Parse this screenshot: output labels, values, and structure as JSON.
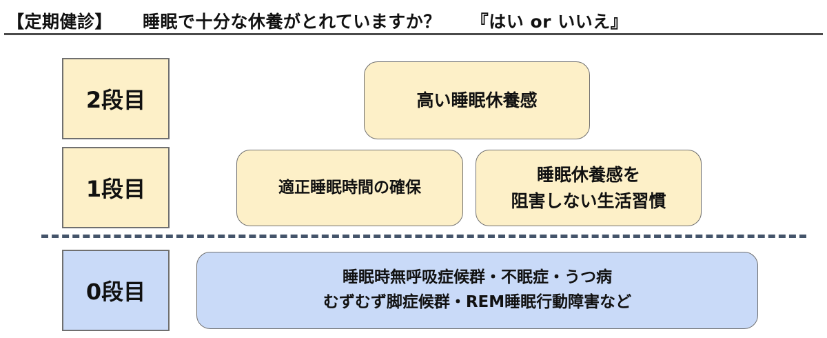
{
  "header": {
    "title_left": "【定期健診】",
    "title_main": "睡眠で十分な休養がとれていますか？",
    "title_right": "『はい or いいえ』"
  },
  "levels": {
    "level2": "2段目",
    "level1": "1段目",
    "level0": "0段目"
  },
  "nodes": {
    "top": "高い睡眠休養感",
    "mid_left": "適正睡眠時間の確保",
    "mid_right_line1": "睡眠休養感を",
    "mid_right_line2": "阻害しない生活習慣",
    "base_line1": "睡眠時無呼吸症候群・不眠症・うつ病",
    "base_line2": "むずむず脚症候群・REM睡眠行動障害など"
  },
  "colors": {
    "level_yellow": "#fdf0c8",
    "level_blue": "#c9daf8",
    "border": "#6f6f6f",
    "divider": "#44546a"
  }
}
